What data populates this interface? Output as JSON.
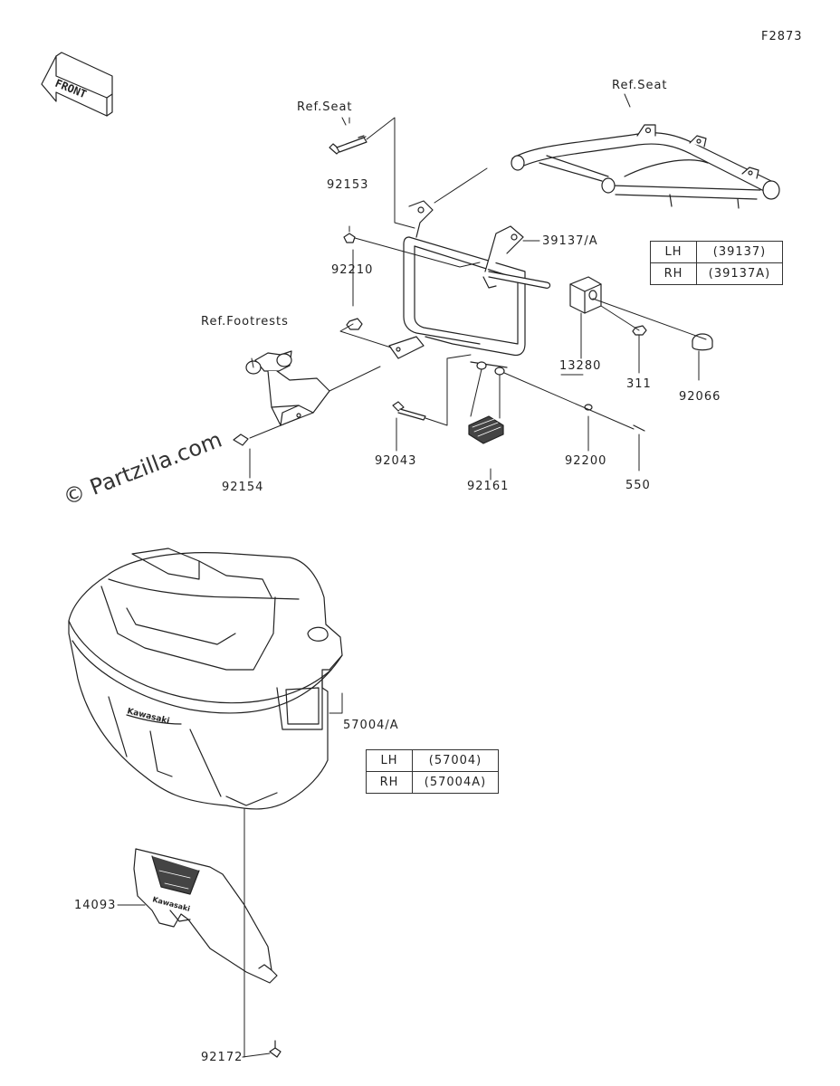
{
  "figure_id": "F2873",
  "watermark": "© Partzilla.com",
  "front_arrow_text": "FRONT",
  "labels": {
    "ref_seat_bolt": "Ref.Seat",
    "ref_seat_frame": "Ref.Seat",
    "ref_footrests": "Ref.Footrests",
    "p92153": "92153",
    "p92210": "92210",
    "p39137": "39137/A",
    "p13280": "13280",
    "p311": "311",
    "p92066": "92066",
    "p92043": "92043",
    "p92161": "92161",
    "p92200": "92200",
    "p550": "550",
    "p92154": "92154",
    "p57004": "57004/A",
    "p14093": "14093",
    "p92172": "92172"
  },
  "table_39137": {
    "lh_label": "LH",
    "lh_value": "(39137)",
    "rh_label": "RH",
    "rh_value": "(39137A)"
  },
  "table_57004": {
    "lh_label": "LH",
    "lh_value": "(57004)",
    "rh_label": "RH",
    "rh_value": "(57004A)"
  },
  "colors": {
    "line": "#222222",
    "fill": "#ffffff",
    "shade": "#444444"
  },
  "icons": [
    "front-arrow-icon"
  ]
}
